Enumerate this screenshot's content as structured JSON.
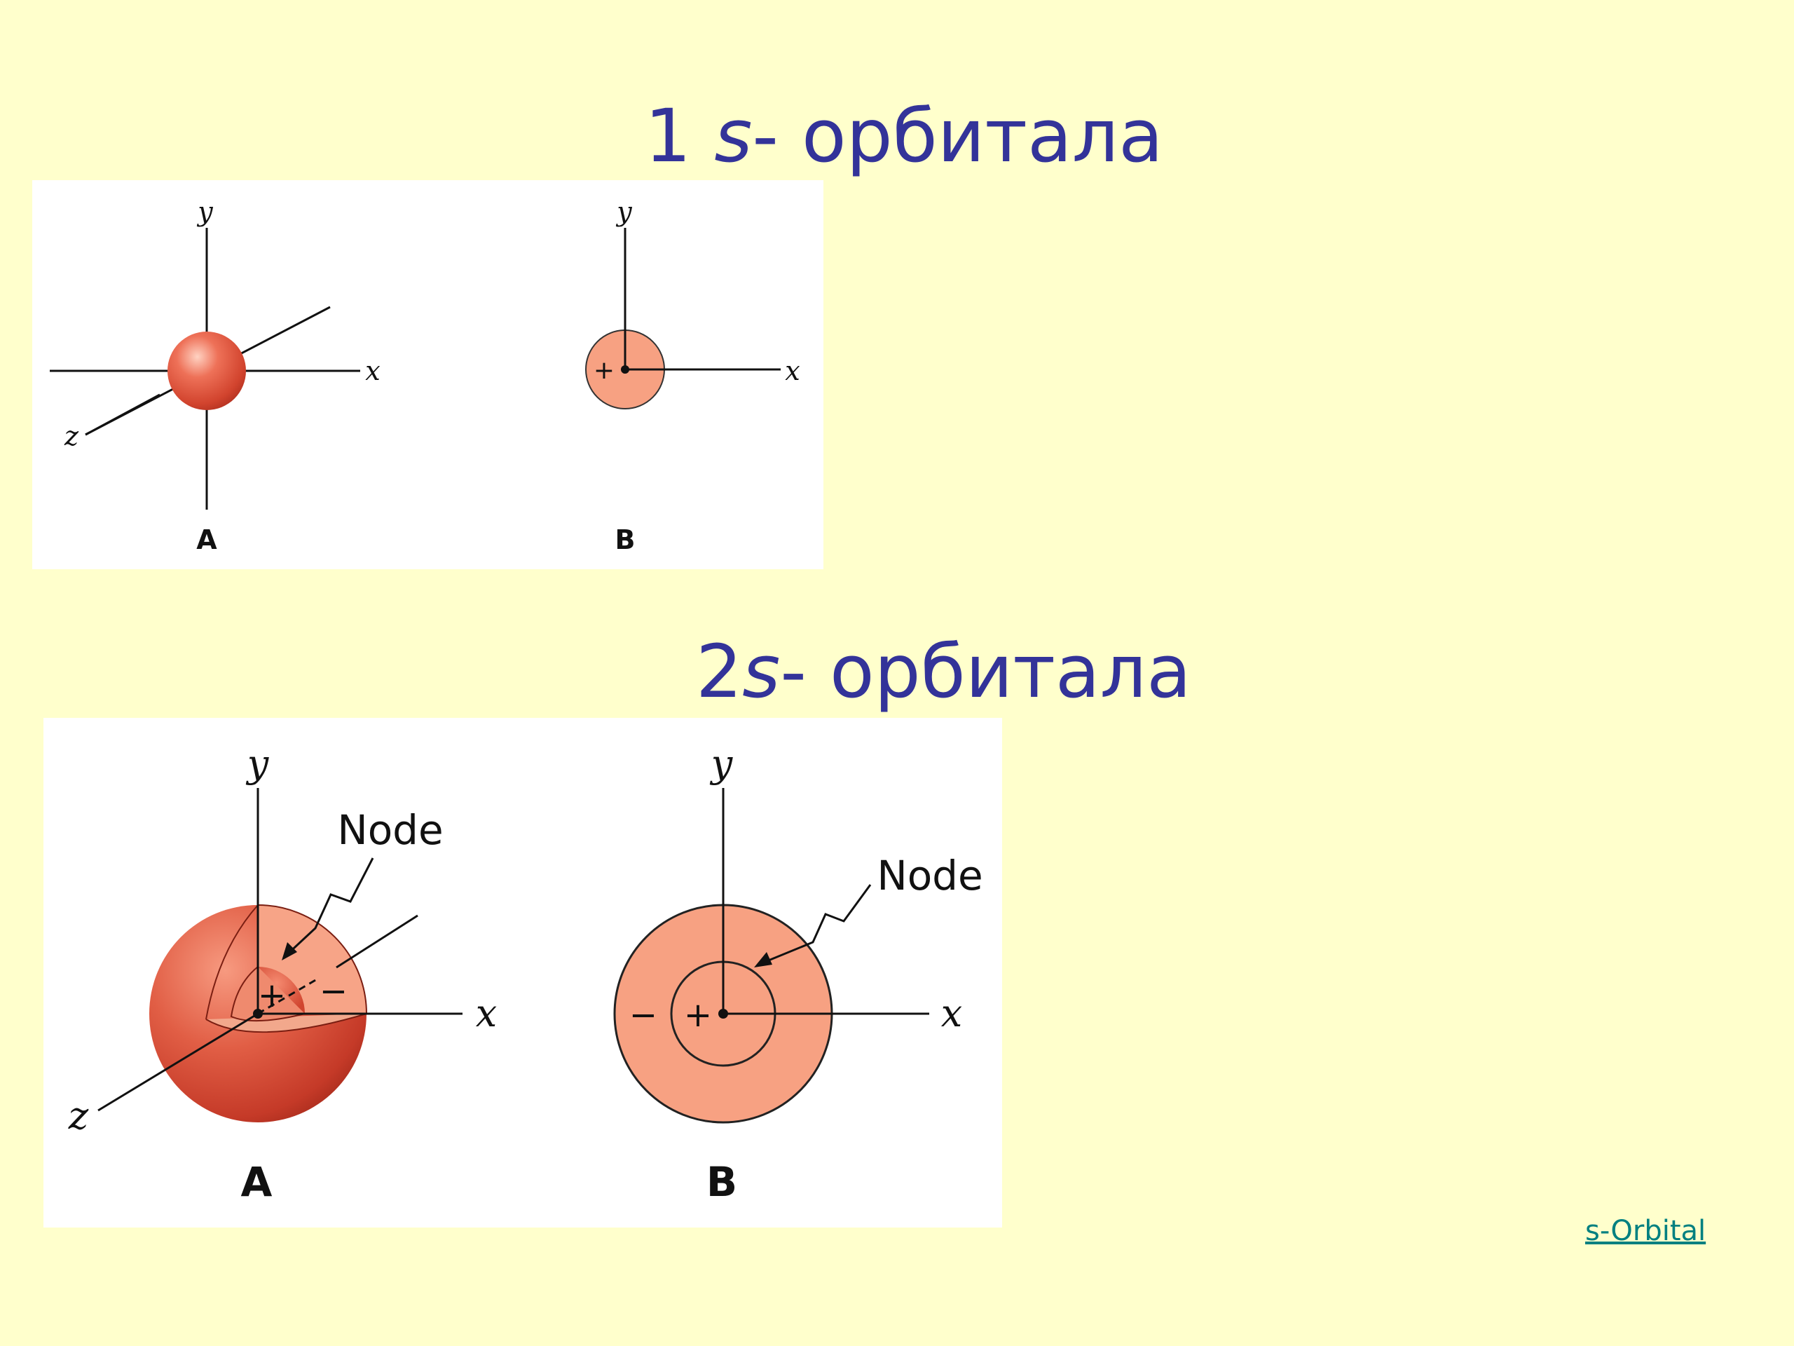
{
  "title1": {
    "prefix": "1 ",
    "s": "s",
    "rest": "- орбитала"
  },
  "title2": {
    "prefix": "2",
    "s": "s",
    "rest": "- орбитала"
  },
  "diagram1": {
    "panel_a": {
      "axis_y": "y",
      "axis_x": "x",
      "axis_z": "z",
      "label": "A"
    },
    "panel_b": {
      "axis_y": "y",
      "axis_x": "x",
      "plus": "+",
      "label": "B"
    }
  },
  "diagram2": {
    "panel_a": {
      "axis_y": "y",
      "axis_x": "x",
      "axis_z": "z",
      "node": "Node",
      "plus": "+",
      "minus": "−",
      "label": "A"
    },
    "panel_b": {
      "axis_y": "y",
      "axis_x": "x",
      "node": "Node",
      "plus": "+",
      "minus": "−",
      "label": "B"
    }
  },
  "link": {
    "label": "s-Orbital"
  },
  "colors": {
    "title": "#333399",
    "background": "#FFFFCC",
    "orbital": "#F7A182",
    "orbital_dark": "#C23A28",
    "link": "#008080"
  }
}
